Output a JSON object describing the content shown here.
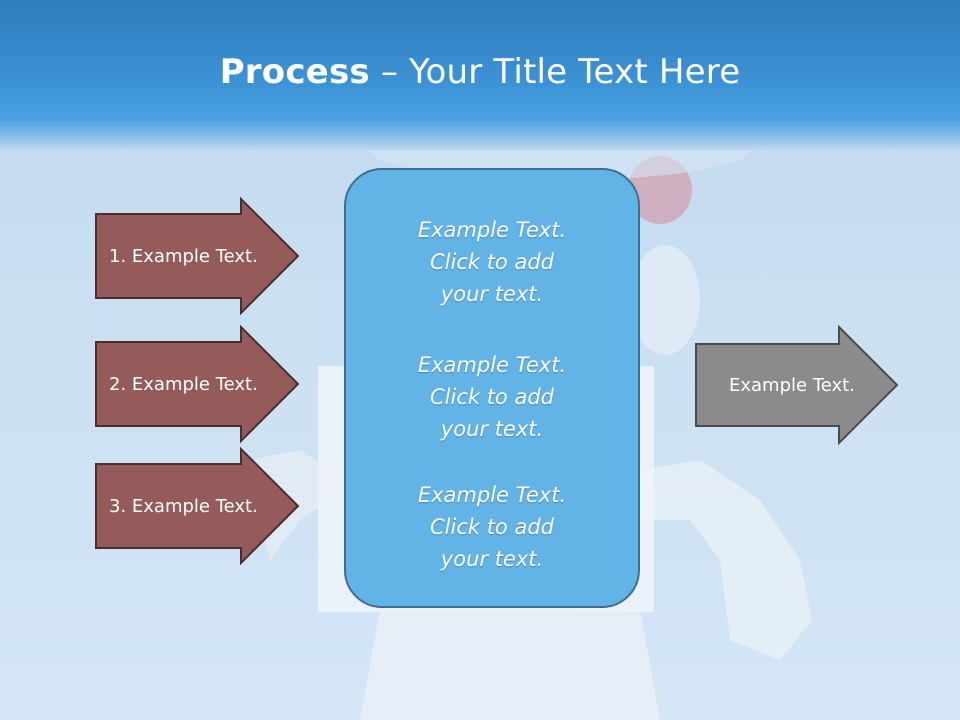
{
  "slide": {
    "title_bold": "Process",
    "title_rest": " – Your Title Text Here"
  },
  "left_arrows": [
    {
      "label": "1. Example Text."
    },
    {
      "label": "2. Example Text."
    },
    {
      "label": "3. Example Text."
    }
  ],
  "right_arrow": {
    "label": "Example Text."
  },
  "center": {
    "items": [
      {
        "line1": "Example Text.",
        "line2": "Click  to add",
        "line3": "your text."
      },
      {
        "line1": "Example Text.",
        "line2": "Click  to add",
        "line3": "your text."
      },
      {
        "line1": "Example Text.",
        "line2": "Click  to add",
        "line3": "your text."
      }
    ]
  },
  "colors": {
    "header": "#3b92d4",
    "left_arrow_fill": "#955b5b",
    "right_arrow_fill": "#8b8b8b",
    "center_box_fill": "#62b3e6"
  },
  "icons": [
    "woman-holding-sign-illustration",
    "arrow-shape"
  ]
}
